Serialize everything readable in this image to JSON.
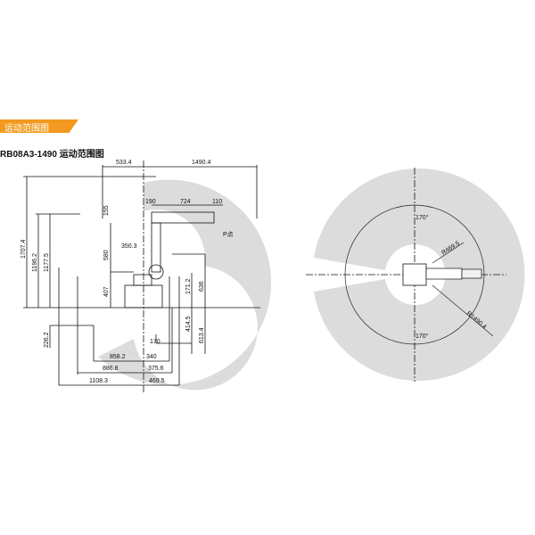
{
  "section_header": "运动范围图",
  "title": "RB08A3-1490 运动范围图",
  "side_view": {
    "dims": {
      "d533_4": "533.4",
      "d1490_4": "1490.4",
      "d190": "190",
      "d724": "724",
      "d110": "110",
      "p": "P点",
      "d155": "155",
      "d580": "580",
      "d350_3": "350.3",
      "d407": "407",
      "d1707_4": "1707.4",
      "d1196_2": "1196.2",
      "d1177_5": "1177.5",
      "d226_2": "226.2",
      "d171_2": "171.2",
      "d636": "636",
      "d414_5": "414.5",
      "d613_4": "613.4",
      "d170": "170",
      "d858_2": "858.2",
      "d340": "340",
      "d886_8": "886.8",
      "d375_6": "375.6",
      "d1108_3": "1108.3",
      "d469_5": "469.5"
    }
  },
  "top_view": {
    "angle_top": "170°",
    "angle_bottom": "170°",
    "r_inner": "R469.5",
    "r_outer": "R1490.4"
  },
  "colors": {
    "accent": "#f39a1e",
    "range_fill": "#dcdcdc"
  }
}
